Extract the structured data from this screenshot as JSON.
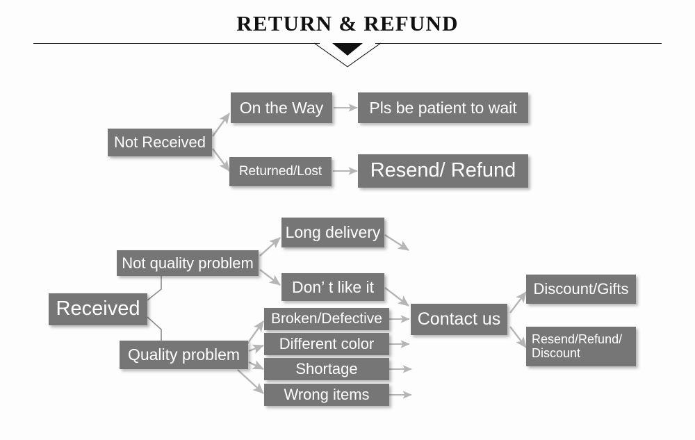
{
  "header": {
    "title": "RETURN & REFUND",
    "chevron_icon": "chevron-down-icon",
    "rule_color": "#1a1a1a",
    "title_color": "#111111"
  },
  "theme": {
    "box_fill": "#767676",
    "box_text": "#ffffff",
    "arrow_color": "#b5b5b5",
    "connector_color": "#8c8c8c",
    "page_background": "#fdfdfd"
  },
  "flow": {
    "not_received_branch": {
      "root": "Not Received",
      "paths": [
        {
          "status": "On the Way",
          "outcome": "Pls be patient to wait"
        },
        {
          "status": "Returned/Lost",
          "outcome": "Resend/ Refund"
        }
      ]
    },
    "received_branch": {
      "root": "Received",
      "categories": [
        {
          "label": "Not quality problem",
          "reasons": [
            "Long delivery",
            "Don’  t like it"
          ]
        },
        {
          "label": "Quality problem",
          "reasons": [
            "Broken/Defective",
            "Different color",
            "Shortage",
            "Wrong items"
          ]
        }
      ],
      "hub": "Contact us",
      "outcomes": [
        {
          "line1": "Discount/Gifts",
          "line2": ""
        },
        {
          "line1": "Resend/Refund/",
          "line2": "Discount"
        }
      ]
    }
  }
}
